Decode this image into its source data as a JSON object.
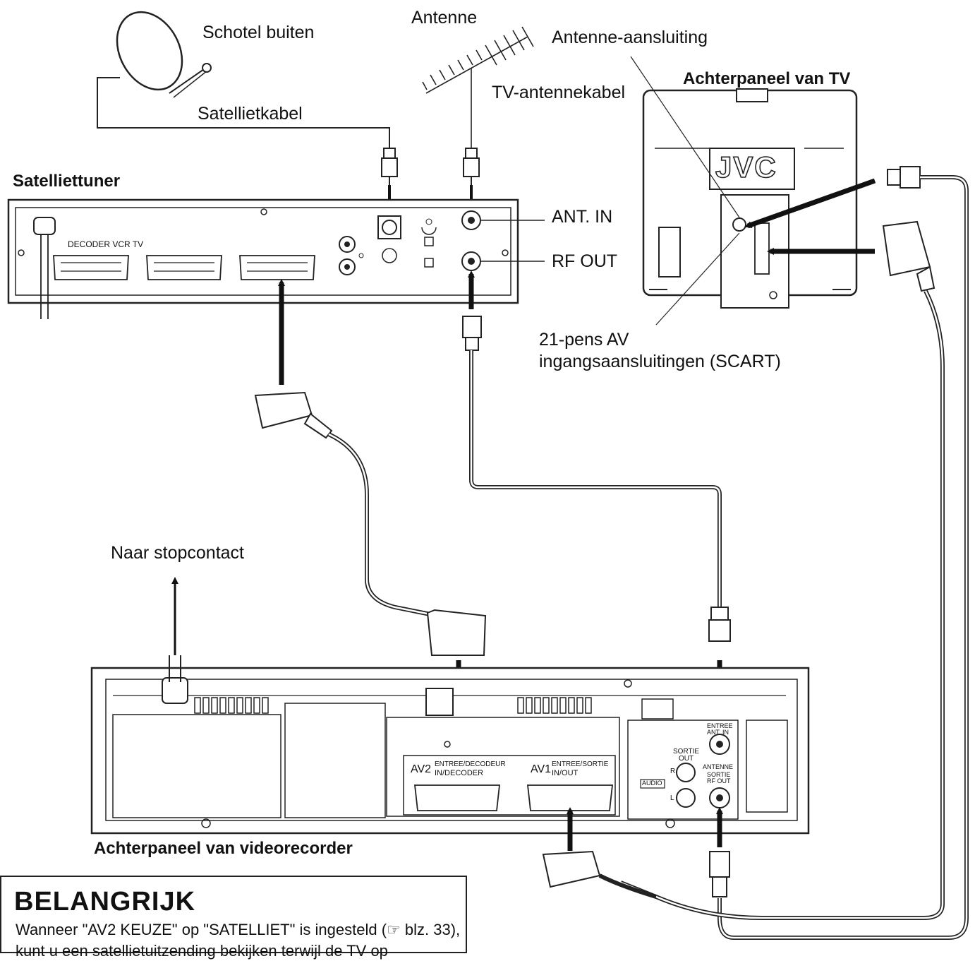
{
  "labels": {
    "dish": "Schotel buiten",
    "antenna": "Antenne",
    "antenna_connector": "Antenne-aansluiting",
    "tv_back": "Achterpaneel van TV",
    "tv_cable": "TV-antennekabel",
    "sat_cable": "Satellietkabel",
    "sat_tuner": "Satelliettuner",
    "ant_in": "ANT. IN",
    "rf_out": "RF OUT",
    "decoder_vcr_tv": "DECODER VCR TV",
    "scart_line1": "21-pens AV",
    "scart_line2": "ingangsaansluitingen (SCART)",
    "outlet": "Naar stopcontact",
    "vcr_back": "Achterpaneel van videorecorder",
    "brand": "JVC"
  },
  "vcr_panel": {
    "av2": "AV2",
    "av2_sub1": "ENTREE/DECODEUR",
    "av2_sub2": "IN/DECODER",
    "av1": "AV1",
    "av1_sub1": "ENTREE/SORTIE",
    "av1_sub2": "IN/OUT",
    "sortie_out_1": "SORTIE",
    "sortie_out_2": "OUT",
    "audio": "AUDIO",
    "r": "R",
    "l": "L",
    "entree_1": "ENTREE",
    "entree_2": "ANT. IN",
    "antenne": "ANTENNE",
    "sortie_rf_1": "SORTIE",
    "sortie_rf_2": "RF OUT"
  },
  "note": {
    "title": "BELANGRIJK",
    "text": "Wanneer \"AV2 KEUZE\" op \"SATELLIET\" is ingesteld (☞ blz. 33), kunt u een satellietuitzending bekijken terwijl de TV op"
  }
}
